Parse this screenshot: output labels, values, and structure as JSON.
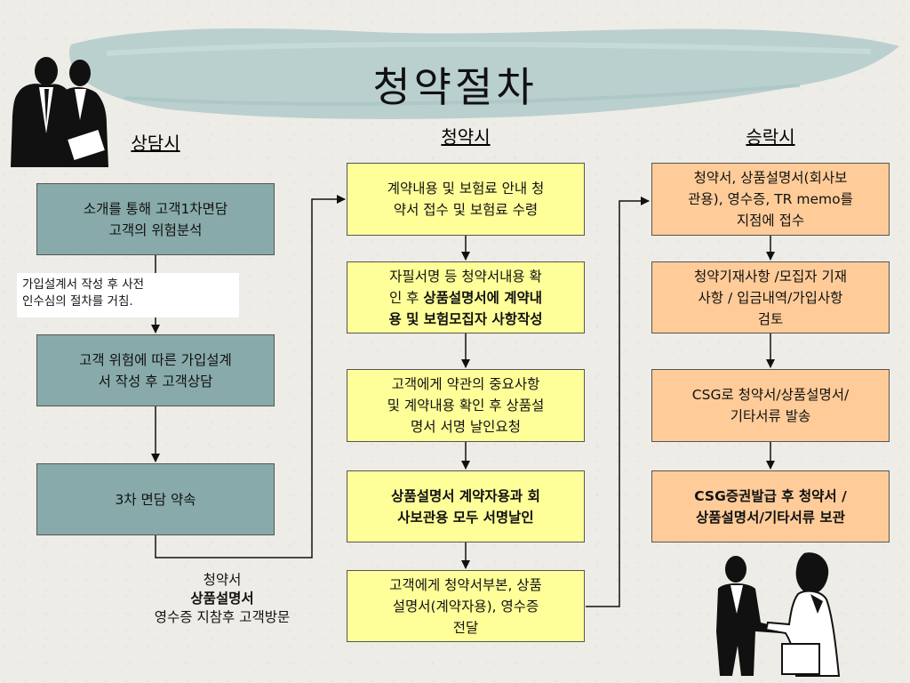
{
  "title": "청약절차",
  "columns": {
    "consult": {
      "heading": "상담시"
    },
    "subscribe": {
      "heading": "청약시"
    },
    "accept": {
      "heading": "승락시"
    }
  },
  "consult_steps": [
    {
      "line1": "소개를 통해 고객1차면담",
      "line2": "고객의 위험분석"
    },
    {
      "line1": "고객 위험에 따른 가입설계",
      "line2": "서 작성 후 고객상담"
    },
    {
      "line1": "3차 면담 약속"
    }
  ],
  "consult_note": {
    "line1": "가입설계서 작성 후 사전",
    "line2": "인수심의 절차를 거침."
  },
  "visit_note": {
    "line1": "청약서",
    "line2": "상품설명서",
    "line3": "영수증 지참후 고객방문"
  },
  "subscribe_steps": [
    {
      "line1": "계약내용 및 보험료 안내 청",
      "line2": "약서 접수 및 보험료 수령"
    },
    {
      "line1": "자필서명 등 청약서내용 확",
      "line2a": "인 후 ",
      "line2b": "상품설명서에 계약내",
      "line3": "용 및 보험모집자 사항작성"
    },
    {
      "line1": "고객에게 약관의 중요사항",
      "line2": "및 계약내용 확인 후 상품설",
      "line3": "명서 서명 날인요청"
    },
    {
      "line1": "상품설명서 계약자용과 회",
      "line2": "사보관용 모두 서명날인"
    },
    {
      "line1": "고객에게 청약서부본, 상품",
      "line2": "설명서(계약자용), 영수증",
      "line3": "전달"
    }
  ],
  "accept_steps": [
    {
      "line1": "청약서, 상품설명서(회사보",
      "line2": "관용), 영수증, TR memo를",
      "line3": "지점에 접수"
    },
    {
      "line1": "청약기재사항 /모집자 기재",
      "line2": "사항 / 입금내역/가입사항",
      "line3": "검토"
    },
    {
      "line1": "CSG로 청약서/상품설명서/",
      "line2": "기타서류 발송"
    },
    {
      "line1": "CSG증권발급 후 청약서 /",
      "line2": "상품설명서/기타서류 보관"
    }
  ],
  "colors": {
    "consult_box": "#88aaaa",
    "subscribe_box": "#ffff99",
    "accept_box": "#ffcc99",
    "title_banner": "#b6cfcd"
  },
  "icons": [
    "businessmen-clipart",
    "handshake-clipart"
  ]
}
